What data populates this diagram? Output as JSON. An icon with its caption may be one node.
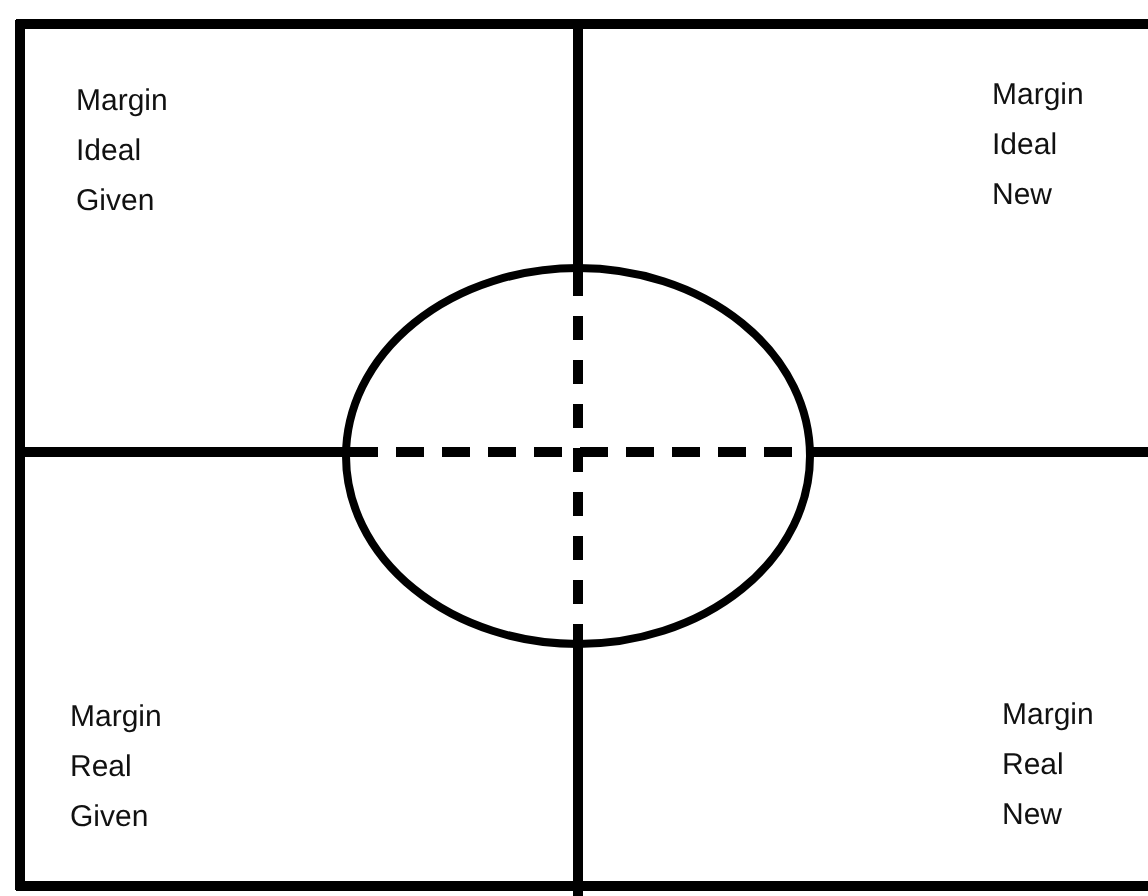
{
  "diagram": {
    "nodes": [
      {
        "text": [
          "Margin Ideal Given"
        ]
      },
      {
        "text": [
          "Margin Ideal New"
        ]
      },
      {
        "text": [
          "Margin Real Given"
        ]
      },
      {
        "text": [
          "Margin Real New"
        ]
      }
    ]
  }
}
